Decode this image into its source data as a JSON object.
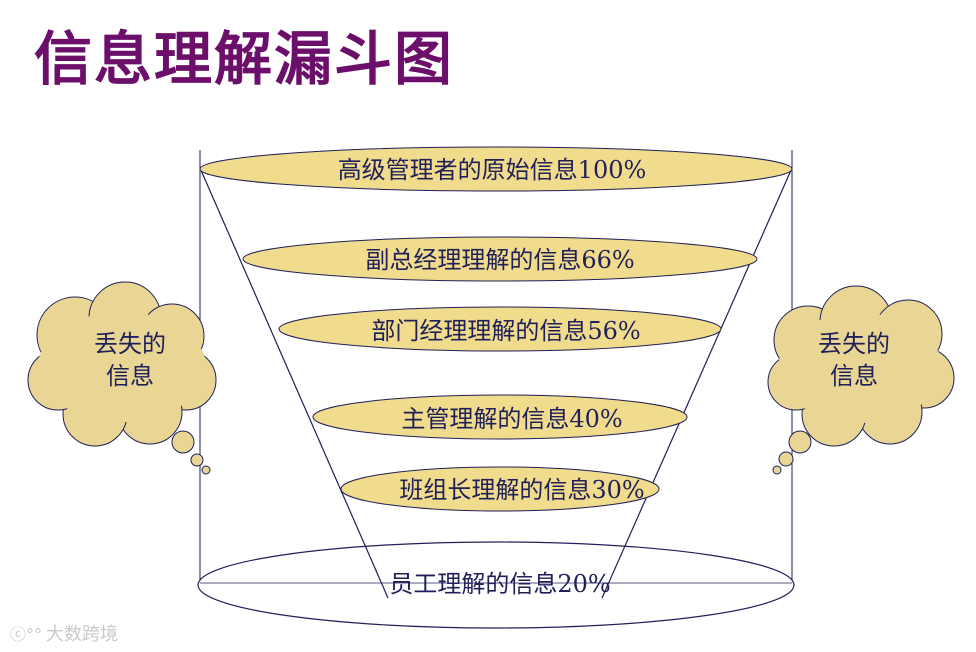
{
  "title": "信息理解漏斗图",
  "colors": {
    "title": "#6b0f6b",
    "ellipse_fill": "#f0dc8c",
    "cloud_fill": "#ead694",
    "line": "#1f1f5a",
    "text": "#1f1f5a"
  },
  "levels": [
    {
      "label": "高级管理者的原始信息100%",
      "percent": 100
    },
    {
      "label": "副总经理理解的信息66%",
      "percent": 66
    },
    {
      "label": "部门经理理解的信息56%",
      "percent": 56
    },
    {
      "label": "主管理解的信息40%",
      "percent": 40
    },
    {
      "label": "班组长理解的信息30%",
      "percent": 30
    },
    {
      "label": "员工理解的信息20%",
      "percent": 20
    }
  ],
  "clouds": {
    "left": {
      "line1": "丢失的",
      "line2": "信息"
    },
    "right": {
      "line1": "丢失的",
      "line2": "信息"
    }
  },
  "watermark": "大数跨境"
}
